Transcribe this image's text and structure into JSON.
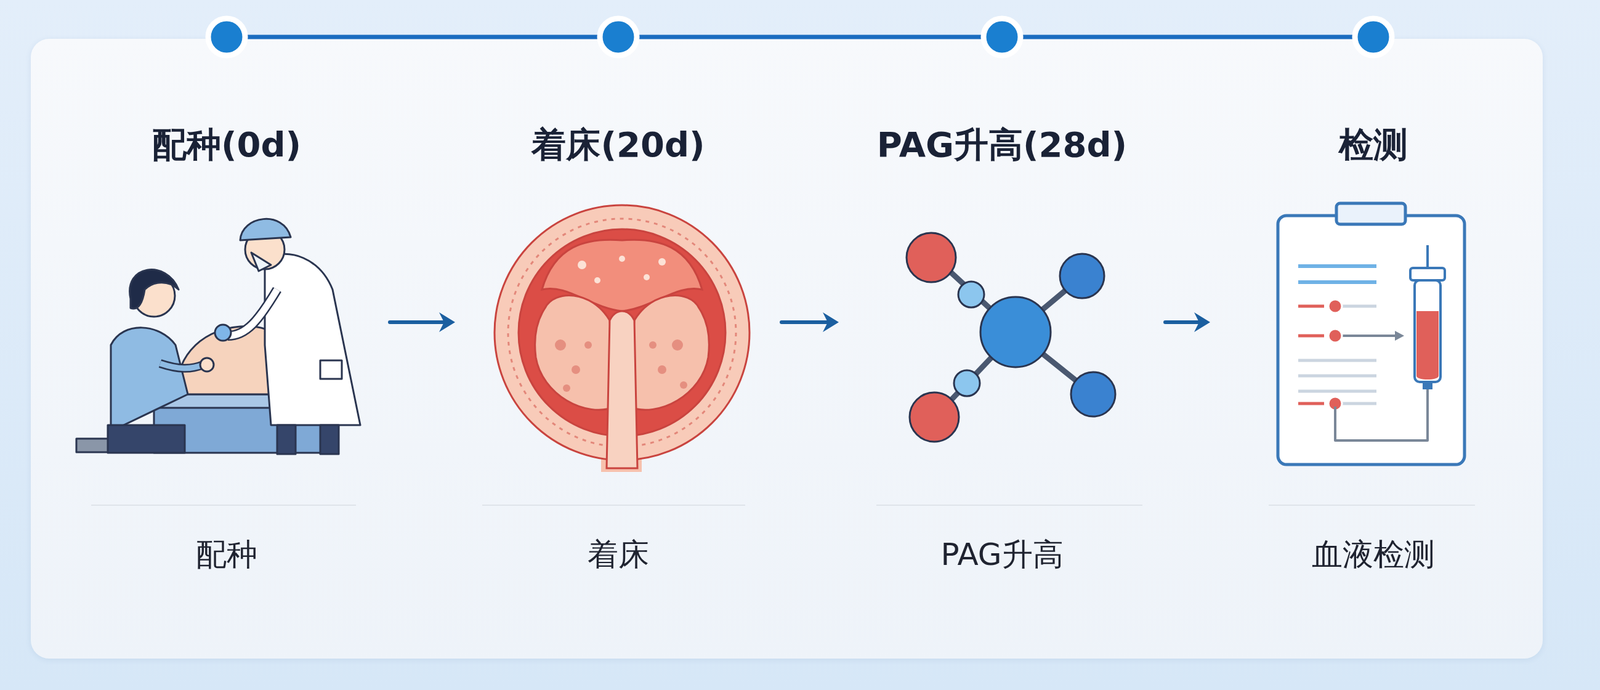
{
  "diagram": {
    "nodes": [
      {
        "text": [
          "配种(0d)",
          "配种"
        ]
      },
      {
        "text": [
          "着床(20d)",
          "着床"
        ]
      },
      {
        "text": [
          "PAG升高(28d)",
          "PAG升高"
        ]
      },
      {
        "text": [
          "检测",
          "血液检测"
        ]
      }
    ],
    "edges": [
      {
        "from": 0,
        "to": 1,
        "arrow": "to"
      },
      {
        "from": 1,
        "to": 2,
        "arrow": "to"
      },
      {
        "from": 2,
        "to": 3,
        "arrow": "to"
      }
    ]
  }
}
